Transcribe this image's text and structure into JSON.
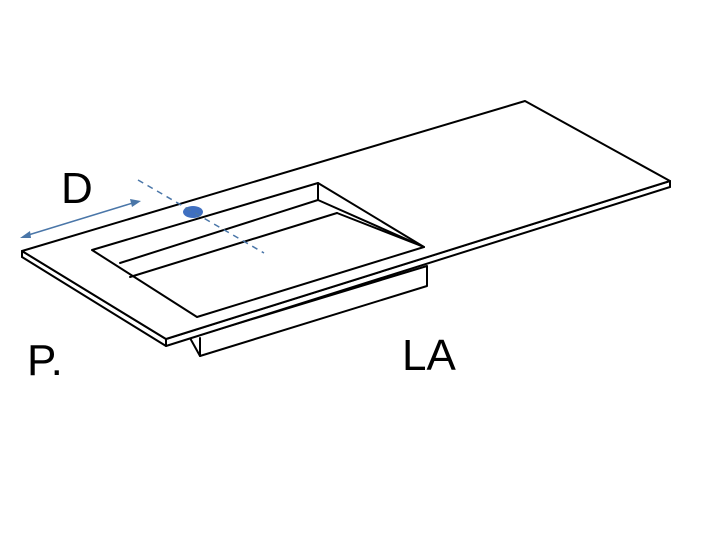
{
  "labels": {
    "depth": "D",
    "projection": "P.",
    "width": "LA"
  },
  "colors": {
    "line": "#000000",
    "dimension": "#4a76a8",
    "tap_hole": "#3f6fc0",
    "background": "#ffffff"
  }
}
